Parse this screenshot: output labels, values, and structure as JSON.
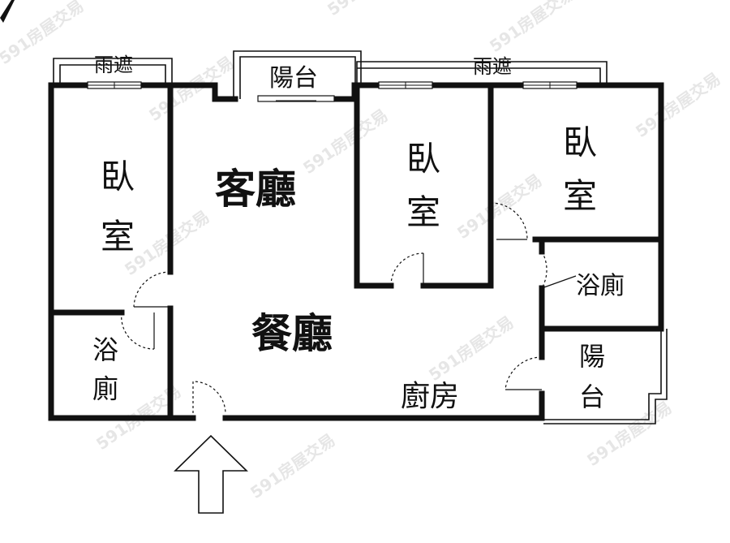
{
  "watermark": "591房屋交易",
  "rooms": {
    "rain_shelter_left": "雨遮",
    "rain_shelter_right": "雨遮",
    "balcony_top": "陽台",
    "bedroom_left": [
      "臥",
      "室"
    ],
    "living_room": "客廳",
    "bedroom_middle": [
      "臥",
      "室"
    ],
    "bedroom_right": [
      "臥",
      "室"
    ],
    "bathroom_right": "浴廁",
    "dining_room": "餐廳",
    "kitchen": "廚房",
    "balcony_right": [
      "陽",
      "台"
    ],
    "bathroom_left": [
      "浴",
      "廁"
    ]
  }
}
